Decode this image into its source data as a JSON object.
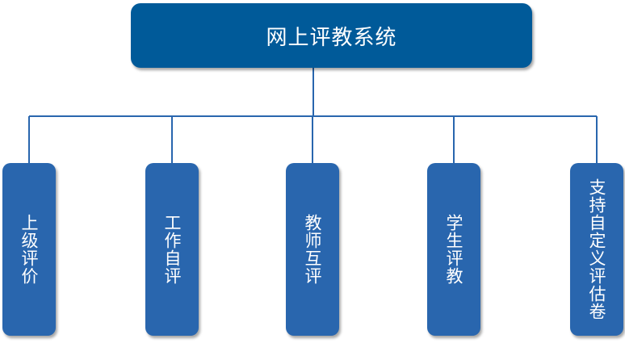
{
  "diagram": {
    "root": {
      "label": "网上评教系统"
    },
    "children": [
      {
        "label": "上级评价"
      },
      {
        "label": "工作自评"
      },
      {
        "label": "教师互评"
      },
      {
        "label": "学生评教"
      },
      {
        "label": "支持自定义评估卷"
      }
    ],
    "colors": {
      "root_fill": "#005a99",
      "child_fill": "#2966ae",
      "connector": "#2966ae",
      "text": "#ffffff"
    }
  }
}
